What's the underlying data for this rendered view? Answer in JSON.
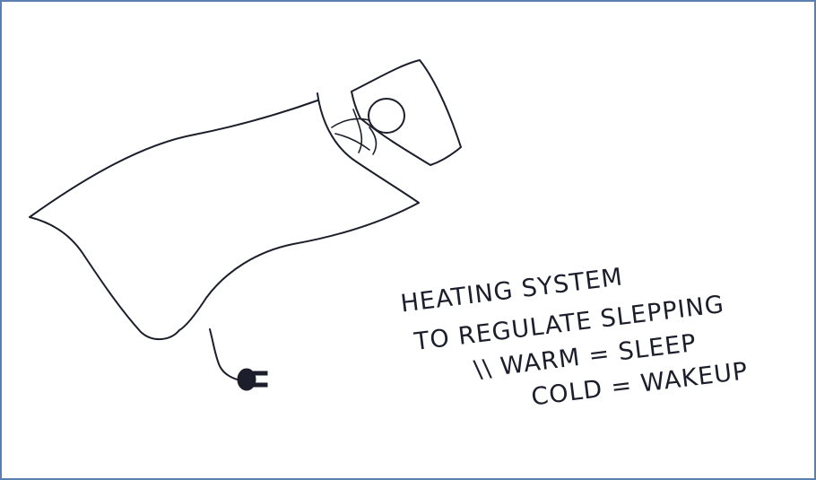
{
  "colors": {
    "frame_border": "#5b7fae",
    "ink": "#1c1f2b",
    "background": "#ffffff"
  },
  "note": {
    "line1": "HEATING SYSTEM",
    "line2": "TO REGULATE SLEPPING",
    "line3": "\\\\ WARM = SLEEP",
    "line4": "COLD = WAKEUP"
  }
}
